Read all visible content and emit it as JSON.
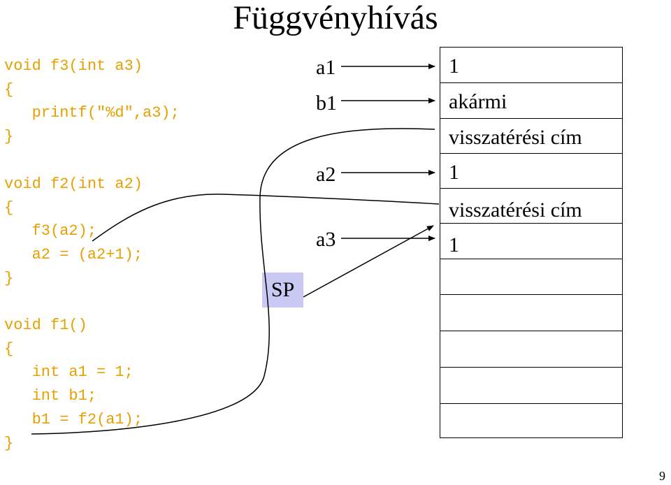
{
  "title": "Függvényhívás",
  "code": {
    "f3": [
      "void f3(int a3)",
      "{",
      "   printf(ʺ%dʺ,a3);",
      "}"
    ],
    "f2": [
      "void f2(int a2)",
      "{",
      "   f3(a2);",
      "   a2 = (a2+1);",
      "}"
    ],
    "f1": [
      "void f1()",
      "{",
      "   int a1 = 1;",
      "   int b1;",
      "   b1 = f2(a1);",
      "}"
    ]
  },
  "labels": {
    "a1": "a1",
    "b1": "b1",
    "a2": "a2",
    "a3": "a3",
    "sp": "SP"
  },
  "stack": {
    "c0": "1",
    "c1": "akármi",
    "c2": "visszatérési cím",
    "c3": "1",
    "c4": "visszatérési cím",
    "c5": "1",
    "c6": "",
    "c7": "",
    "c8": "",
    "c9": "",
    "c10": ""
  },
  "slide_number": "9",
  "colors": {
    "code": "#e8a000",
    "sp_highlight": "#c9c9f4"
  }
}
